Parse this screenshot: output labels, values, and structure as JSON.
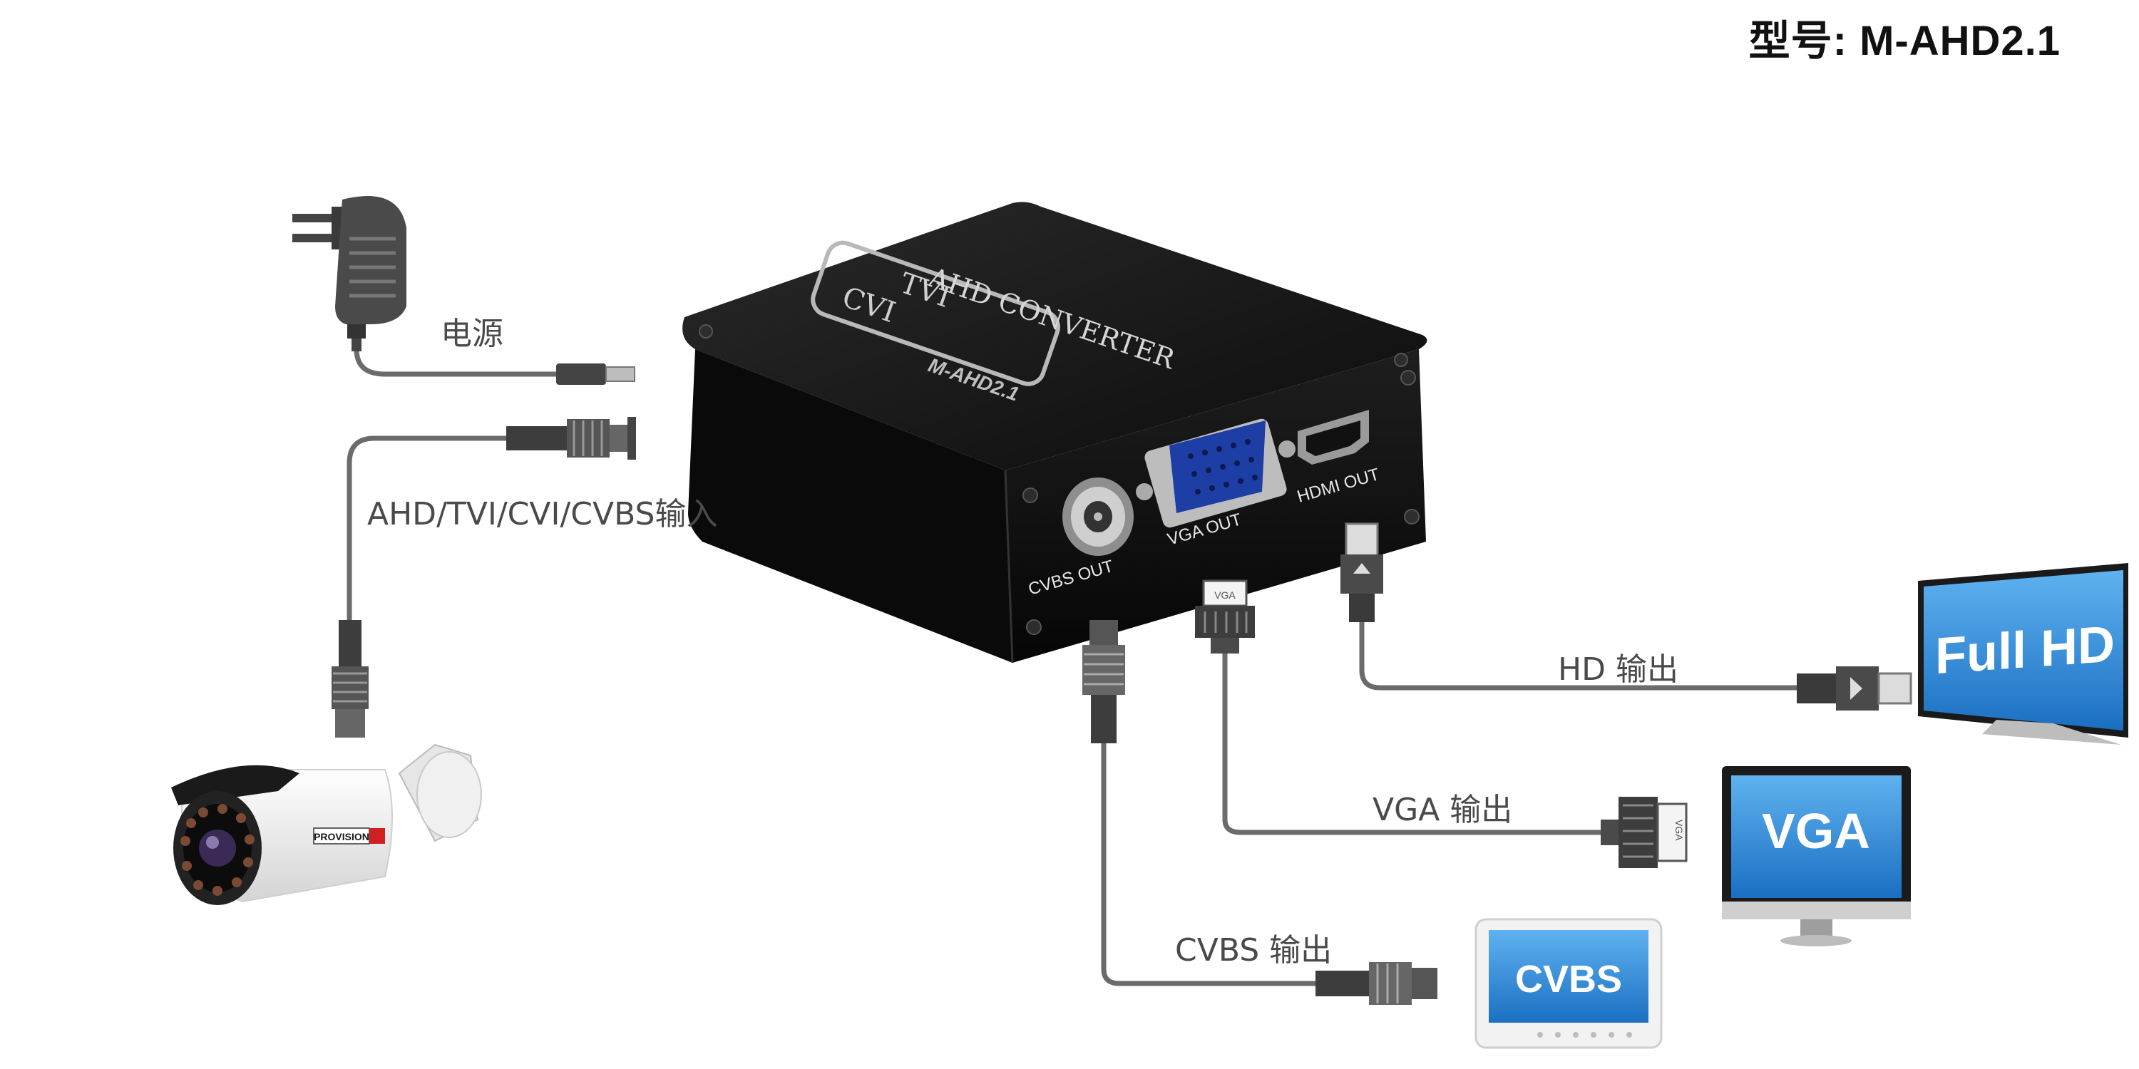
{
  "model": "型号: M-AHD2.1",
  "labels": {
    "power": "电源",
    "input": "AHD/TVI/CVI/CVBS输入",
    "hd_out": "HD 输出",
    "vga_out": "VGA 输出",
    "cvbs_out": "CVBS 输出"
  },
  "device": {
    "badge_top": "TVI",
    "badge_bottom": "CVI",
    "line1": "AHD CONVERTER",
    "model_print": "M-AHD2.1",
    "port_cvbs": "CVBS OUT",
    "port_vga": "VGA OUT",
    "port_hdmi": "HDMI OUT"
  },
  "connector": {
    "vga_tag": "VGA"
  },
  "displays": {
    "fullhd": "Full HD",
    "vga": "VGA",
    "cvbs": "CVBS"
  },
  "camera_brand": "PROVISION"
}
